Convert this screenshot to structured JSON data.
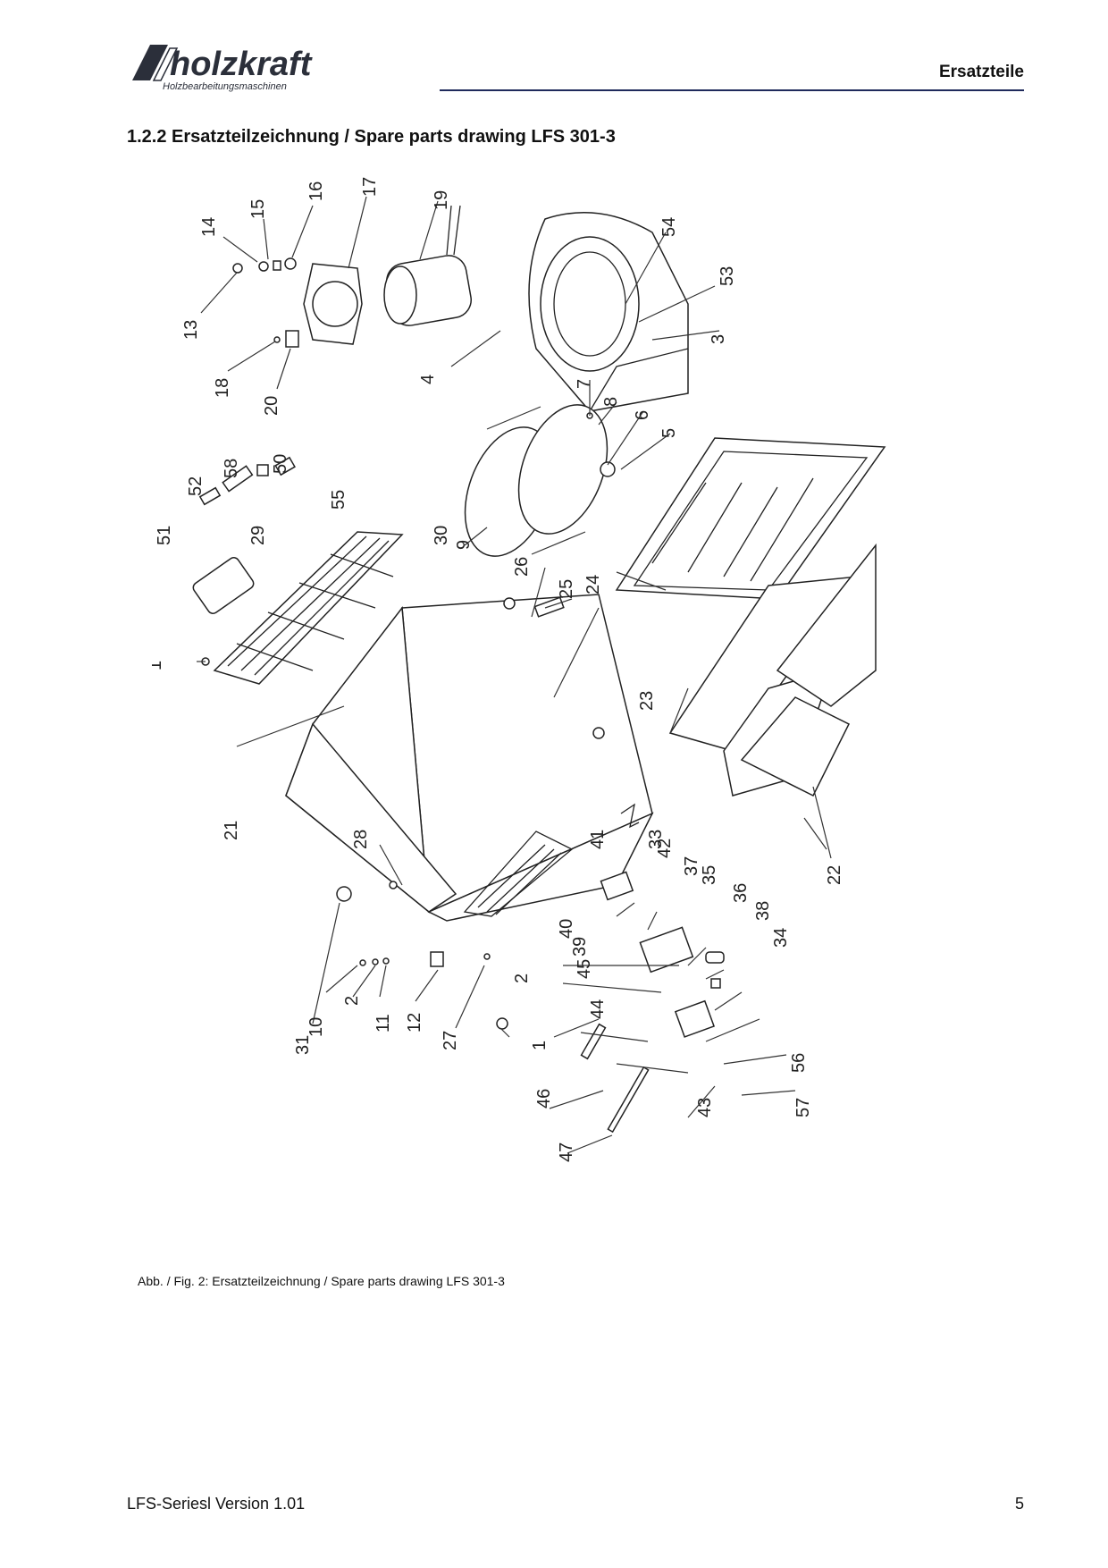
{
  "header": {
    "brand": "holzkraft",
    "brand_tagline": "Holzbearbeitungsmaschinen",
    "section": "Ersatzteile"
  },
  "title": "1.2.2 Ersatzteilzeichnung / Spare parts drawing LFS 301-3",
  "drawing": {
    "labels": [
      {
        "key": "1a",
        "text": "1"
      },
      {
        "key": "1b",
        "text": "1"
      },
      {
        "key": "2a",
        "text": "2"
      },
      {
        "key": "2b",
        "text": "2"
      },
      {
        "key": "3",
        "text": "3"
      },
      {
        "key": "4",
        "text": "4"
      },
      {
        "key": "5",
        "text": "5"
      },
      {
        "key": "6",
        "text": "6"
      },
      {
        "key": "7",
        "text": "7"
      },
      {
        "key": "8",
        "text": "8"
      },
      {
        "key": "9",
        "text": "9"
      },
      {
        "key": "10",
        "text": "10"
      },
      {
        "key": "11",
        "text": "11"
      },
      {
        "key": "12",
        "text": "12"
      },
      {
        "key": "13",
        "text": "13"
      },
      {
        "key": "14",
        "text": "14"
      },
      {
        "key": "15",
        "text": "15"
      },
      {
        "key": "16",
        "text": "16"
      },
      {
        "key": "17",
        "text": "17"
      },
      {
        "key": "18",
        "text": "18"
      },
      {
        "key": "19",
        "text": "19"
      },
      {
        "key": "20",
        "text": "20"
      },
      {
        "key": "21",
        "text": "21"
      },
      {
        "key": "22",
        "text": "22"
      },
      {
        "key": "23",
        "text": "23"
      },
      {
        "key": "24",
        "text": "24"
      },
      {
        "key": "25",
        "text": "25"
      },
      {
        "key": "26",
        "text": "26"
      },
      {
        "key": "27",
        "text": "27"
      },
      {
        "key": "28",
        "text": "28"
      },
      {
        "key": "29",
        "text": "29"
      },
      {
        "key": "30",
        "text": "30"
      },
      {
        "key": "31",
        "text": "31"
      },
      {
        "key": "33",
        "text": "33"
      },
      {
        "key": "34",
        "text": "34"
      },
      {
        "key": "35",
        "text": "35"
      },
      {
        "key": "36",
        "text": "36"
      },
      {
        "key": "37",
        "text": "37"
      },
      {
        "key": "38",
        "text": "38"
      },
      {
        "key": "39",
        "text": "39"
      },
      {
        "key": "40",
        "text": "40"
      },
      {
        "key": "41",
        "text": "41"
      },
      {
        "key": "42",
        "text": "42"
      },
      {
        "key": "43",
        "text": "43"
      },
      {
        "key": "44",
        "text": "44"
      },
      {
        "key": "45",
        "text": "45"
      },
      {
        "key": "46",
        "text": "46"
      },
      {
        "key": "47",
        "text": "47"
      },
      {
        "key": "50",
        "text": "50"
      },
      {
        "key": "51",
        "text": "51"
      },
      {
        "key": "52",
        "text": "52"
      },
      {
        "key": "53",
        "text": "53"
      },
      {
        "key": "54",
        "text": "54"
      },
      {
        "key": "55",
        "text": "55"
      },
      {
        "key": "56",
        "text": "56"
      },
      {
        "key": "57",
        "text": "57"
      },
      {
        "key": "58",
        "text": "58"
      }
    ]
  },
  "caption": "Abb. / Fig. 2: Ersatzteilzeichnung / Spare parts drawing LFS 301-3",
  "footer": {
    "version": "LFS-Seriesl Version 1.01",
    "page": "5"
  },
  "colors": {
    "rule": "#1f2a5c",
    "logo_fill": "#2b2f3a"
  }
}
